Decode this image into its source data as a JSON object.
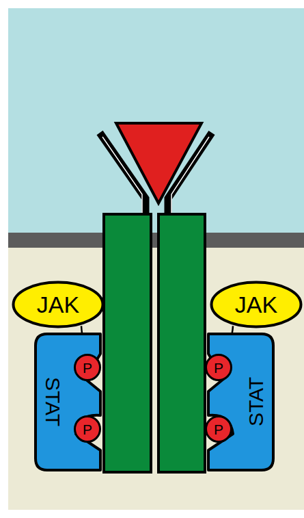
{
  "diagram": {
    "nodes": [
      {
        "text": [
          "JAK"
        ]
      },
      {
        "text": [
          "JAK"
        ]
      },
      {
        "text": [
          "STAT"
        ]
      },
      {
        "text": [
          "STAT"
        ]
      },
      {
        "text": [
          "P"
        ]
      },
      {
        "text": [
          "P"
        ]
      },
      {
        "text": [
          "P"
        ]
      },
      {
        "text": [
          "P"
        ]
      }
    ],
    "edges": [
      {
        "from": 0,
        "to": 4,
        "arrow": "to"
      },
      {
        "from": 1,
        "to": 5,
        "arrow": "to"
      }
    ]
  }
}
